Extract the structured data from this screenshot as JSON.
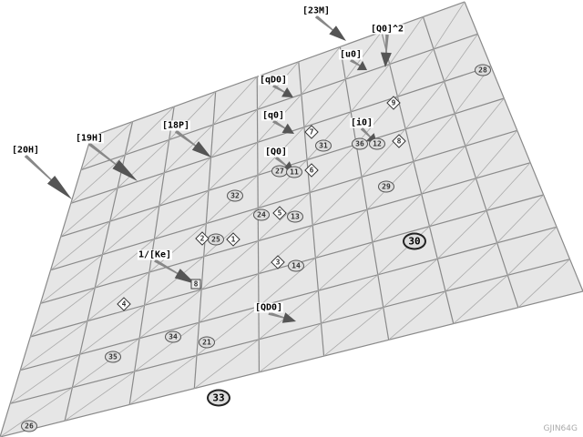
{
  "scene": {
    "labels": [
      "[23M]",
      "[Q0]^2",
      "[u0]",
      "[qD0]",
      "[q0]",
      "[i0]",
      "[Q0]",
      "[18P]",
      "[19H]",
      "[20H]",
      "1/[Ke]",
      "[QD0]"
    ],
    "markers": [
      "28",
      "31",
      "36",
      "27",
      "11",
      "32",
      "24",
      "13",
      "29",
      "25",
      "30",
      "14",
      "21",
      "34",
      "35",
      "33",
      "26",
      "12",
      "7",
      "6",
      "9",
      "8",
      "2",
      "1",
      "5",
      "3",
      "4",
      "8"
    ],
    "watermark": "GJIN64G"
  },
  "colors": {
    "plane": "#e6e6e6",
    "grid": "#8a8a8a",
    "arrow": "#555555"
  }
}
